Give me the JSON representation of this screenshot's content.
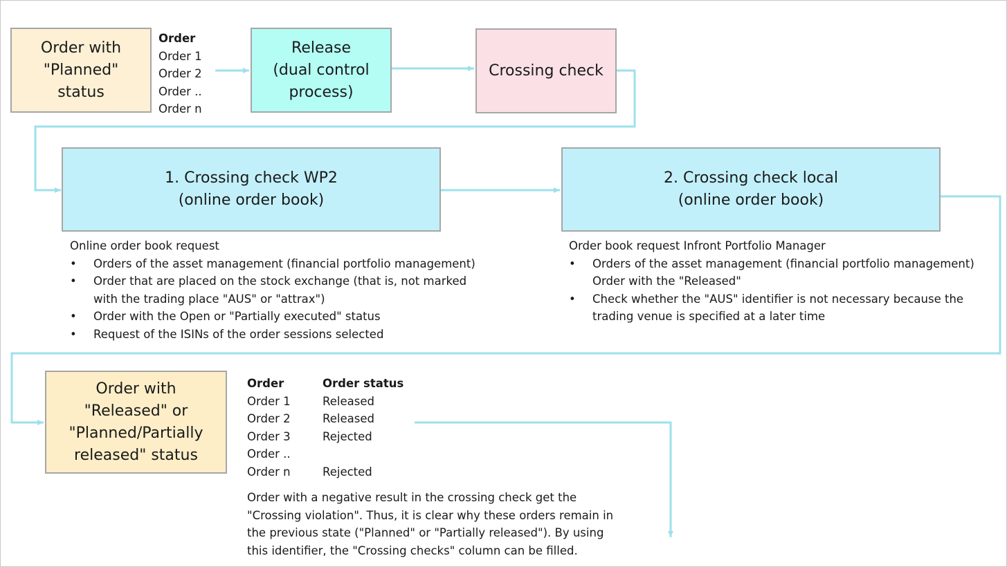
{
  "colors": {
    "connector": "#9ee0ec",
    "box_border": "#a6a6a6",
    "beige": "#fdf0d5",
    "cyan_strong": "#b3fdf5",
    "pink": "#fbe1e6",
    "cyan": "#c2f0fa"
  },
  "top_row": {
    "planned_box": "Order with\n\"Planned\"\nstatus",
    "order_list": {
      "header": "Order",
      "items": [
        "Order 1",
        "Order 2",
        "Order ..",
        "Order n"
      ]
    },
    "release_box": "Release\n(dual control\nprocess)",
    "crossing_box": "Crossing check"
  },
  "middle_row": {
    "wp2_box": "1. Crossing check WP2\n(online order book)",
    "local_box": "2. Crossing check local\n(online order book)",
    "wp2_notes": {
      "title": "Online order book request",
      "bullets": [
        "Orders of the asset management (financial portfolio management)",
        "Order that are placed on the stock exchange (that is, not marked\nwith the trading place \"AUS\" or \"attrax\")",
        "Order with the Open or \"Partially executed\" status",
        "Request of the ISINs of the order sessions selected"
      ]
    },
    "local_notes": {
      "title": "Order book request Infront Portfolio Manager",
      "bullets": [
        "Orders of the asset management (financial portfolio management)\nOrder with the \"Released\"",
        "Check whether the \"AUS\" identifier is not necessary because the\ntrading venue is specified at a later time"
      ]
    }
  },
  "bottom_row": {
    "released_box": "Order with\n\"Released\" or\n\"Planned/Partially\nreleased\" status",
    "status_table": {
      "headers": [
        "Order",
        "Order status"
      ],
      "rows": [
        [
          "Order 1",
          "Released"
        ],
        [
          "Order 2",
          "Released"
        ],
        [
          "Order 3",
          "Rejected"
        ],
        [
          "Order ..",
          ""
        ],
        [
          "Order n",
          "Rejected"
        ]
      ]
    },
    "note": "Order with a negative result in the crossing check get the\n\"Crossing violation\". Thus, it is clear why these orders remain in\nthe previous state (\"Planned\" or \"Partially released\"). By using\nthis identifier, the \"Crossing checks\" column can be filled."
  }
}
